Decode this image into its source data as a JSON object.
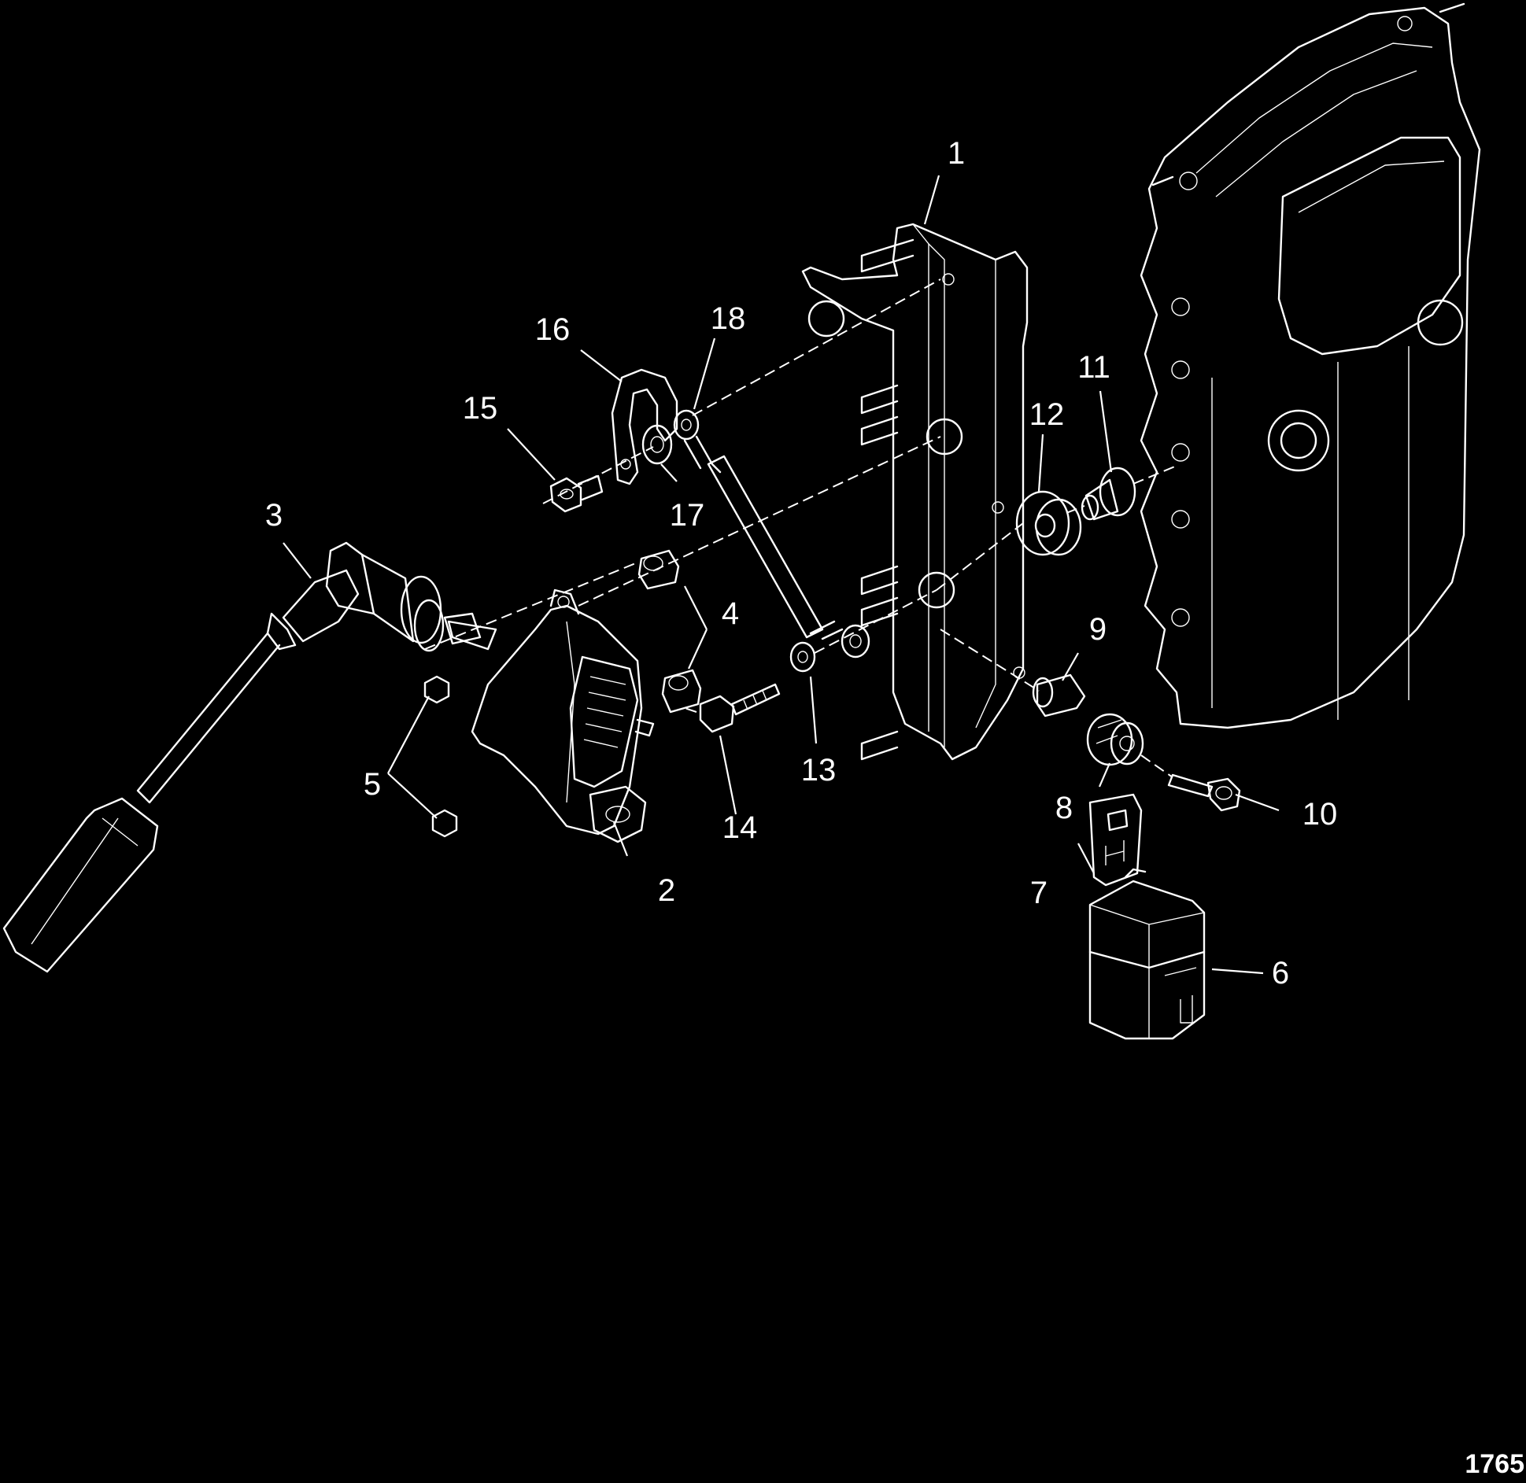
{
  "figure_number": "1765",
  "callouts": [
    {
      "id": "1",
      "text": "1"
    },
    {
      "id": "2",
      "text": "2"
    },
    {
      "id": "3",
      "text": "3"
    },
    {
      "id": "4",
      "text": "4"
    },
    {
      "id": "5",
      "text": "5"
    },
    {
      "id": "6",
      "text": "6"
    },
    {
      "id": "7",
      "text": "7"
    },
    {
      "id": "8",
      "text": "8"
    },
    {
      "id": "9",
      "text": "9"
    },
    {
      "id": "10",
      "text": "10"
    },
    {
      "id": "11",
      "text": "11"
    },
    {
      "id": "12",
      "text": "12"
    },
    {
      "id": "13",
      "text": "13"
    },
    {
      "id": "14",
      "text": "14"
    },
    {
      "id": "15",
      "text": "15"
    },
    {
      "id": "16",
      "text": "16"
    },
    {
      "id": "17",
      "text": "17"
    },
    {
      "id": "18",
      "text": "18"
    }
  ]
}
